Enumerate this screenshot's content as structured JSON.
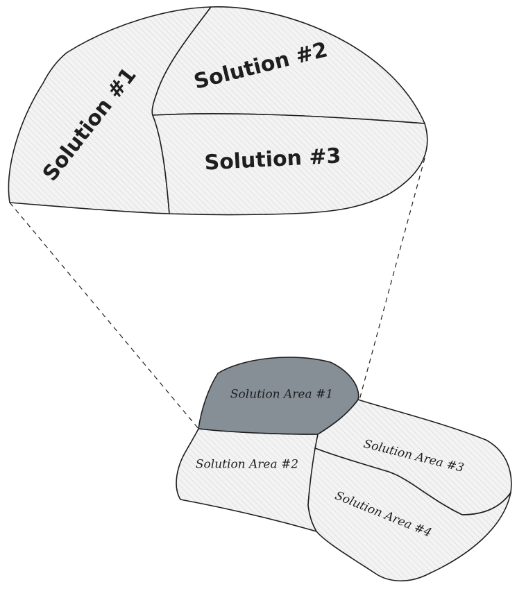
{
  "top_group": {
    "regions": [
      {
        "label": "Solution #1"
      },
      {
        "label": "Solution #2"
      },
      {
        "label": "Solution #3"
      }
    ]
  },
  "bottom_group": {
    "regions": [
      {
        "label": "Solution Area #1",
        "fill": "#868e96"
      },
      {
        "label": "Solution Area #2"
      },
      {
        "label": "Solution Area #3"
      },
      {
        "label": "Solution Area #4"
      }
    ]
  },
  "colors": {
    "stroke": "#1e1e1e",
    "hatch_fill": "#f2f2f2",
    "highlight_fill": "#868e96"
  }
}
